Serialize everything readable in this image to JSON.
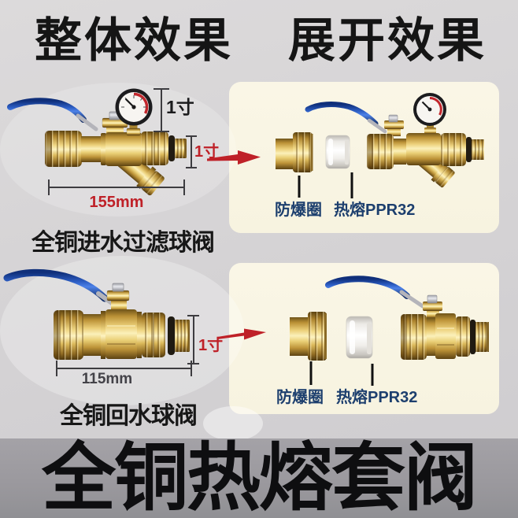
{
  "header": {
    "left": "整体效果",
    "right": "展开效果"
  },
  "overall": {
    "valve1": {
      "label": "全铜进水过滤球阀",
      "dim_gauge_height": "1寸",
      "dim_outlet": "1寸",
      "dim_length": "155mm"
    },
    "valve2": {
      "label": "全铜回水球阀",
      "dim_outlet": "1寸",
      "dim_length": "115mm"
    }
  },
  "expanded": {
    "panel1": {
      "part1_label": "防爆圈",
      "part2_label": "热熔PPR32"
    },
    "panel2": {
      "part1_label": "防爆圈",
      "part2_label": "热熔PPR32"
    }
  },
  "footer": {
    "title": "全铜热熔套阀"
  },
  "colors": {
    "background_gray": "#d4d2d4",
    "footer_band_gray": "#9a989d",
    "panel_cream": "#f8f4e2",
    "accent_red": "#bf2128",
    "part_label_navy": "#1d3f6e",
    "brass_gold": "#e2bd62",
    "handle_blue": "#2d5ec4",
    "text_black": "#151515"
  }
}
